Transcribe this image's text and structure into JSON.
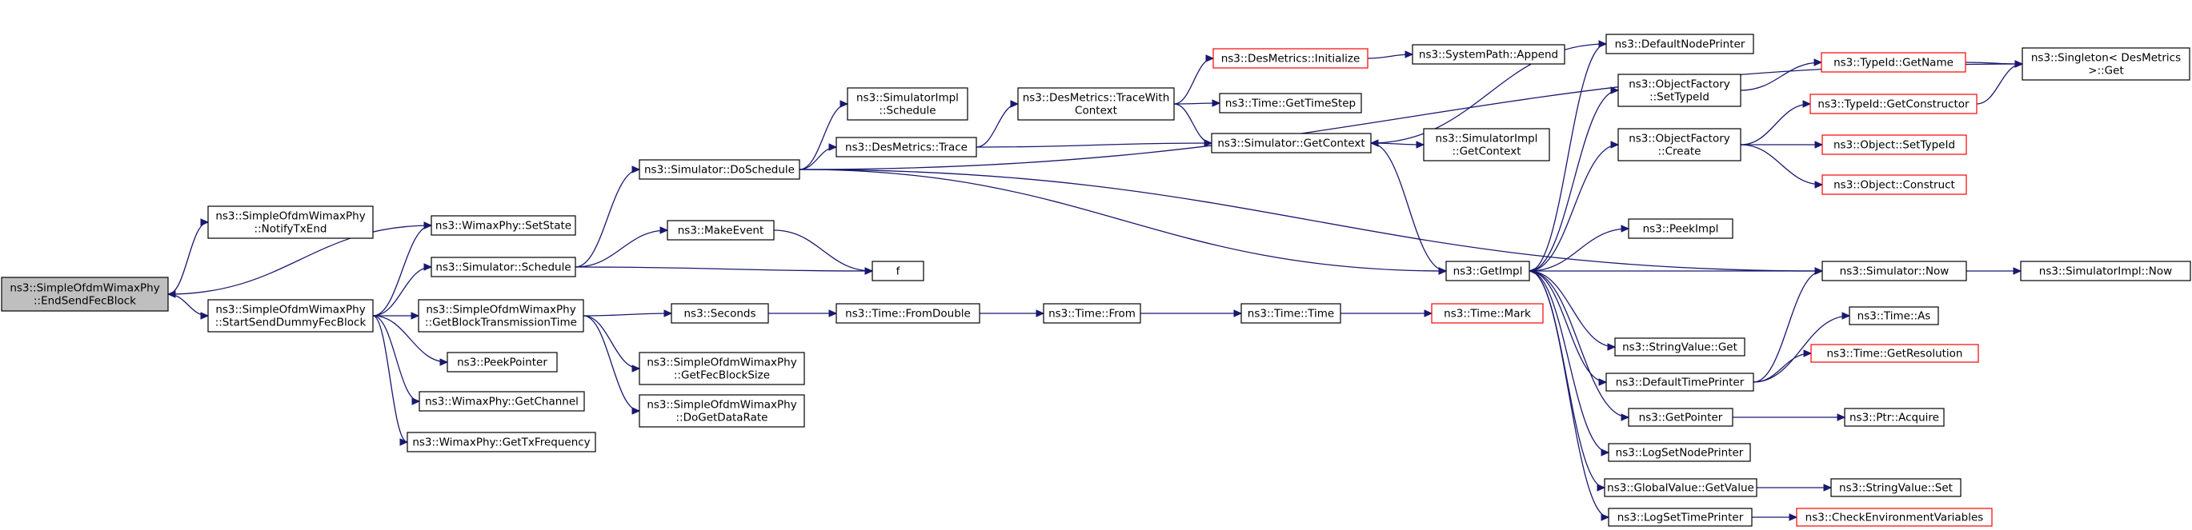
{
  "colors": {
    "edge": "#191970",
    "node_border": "#000000",
    "truncated_border": "#ff0000",
    "root_fill": "#bfbfbf",
    "node_fill": "#ffffff"
  },
  "nodes": [
    {
      "id": "root",
      "lines": [
        "ns3::SimpleOfdmWimaxPhy",
        "::EndSendFecBlock"
      ],
      "style": "root",
      "clickable": false
    },
    {
      "id": "notifyTxEnd",
      "lines": [
        "ns3::SimpleOfdmWimaxPhy",
        "::NotifyTxEnd"
      ],
      "style": "normal",
      "clickable": true
    },
    {
      "id": "setState",
      "lines": [
        "ns3::WimaxPhy::SetState"
      ],
      "style": "normal",
      "clickable": true
    },
    {
      "id": "startSendDummy",
      "lines": [
        "ns3::SimpleOfdmWimaxPhy",
        "::StartSendDummyFecBlock"
      ],
      "style": "normal",
      "clickable": true
    },
    {
      "id": "simSchedule",
      "lines": [
        "ns3::Simulator::Schedule"
      ],
      "style": "normal",
      "clickable": true
    },
    {
      "id": "getBlockTx",
      "lines": [
        "ns3::SimpleOfdmWimaxPhy",
        "::GetBlockTransmissionTime"
      ],
      "style": "normal",
      "clickable": true
    },
    {
      "id": "peekPointer",
      "lines": [
        "ns3::PeekPointer"
      ],
      "style": "normal",
      "clickable": true
    },
    {
      "id": "getChannel",
      "lines": [
        "ns3::WimaxPhy::GetChannel"
      ],
      "style": "normal",
      "clickable": true
    },
    {
      "id": "getTxFreq",
      "lines": [
        "ns3::WimaxPhy::GetTxFrequency"
      ],
      "style": "normal",
      "clickable": true
    },
    {
      "id": "doSchedule",
      "lines": [
        "ns3::Simulator::DoSchedule"
      ],
      "style": "normal",
      "clickable": true
    },
    {
      "id": "makeEvent",
      "lines": [
        "ns3::MakeEvent"
      ],
      "style": "normal",
      "clickable": true
    },
    {
      "id": "f",
      "lines": [
        "f"
      ],
      "style": "normal",
      "clickable": true
    },
    {
      "id": "seconds",
      "lines": [
        "ns3::Seconds"
      ],
      "style": "normal",
      "clickable": true
    },
    {
      "id": "getFecBlockSize",
      "lines": [
        "ns3::SimpleOfdmWimaxPhy",
        "::GetFecBlockSize"
      ],
      "style": "normal",
      "clickable": true
    },
    {
      "id": "doGetDataRate",
      "lines": [
        "ns3::SimpleOfdmWimaxPhy",
        "::DoGetDataRate"
      ],
      "style": "normal",
      "clickable": true
    },
    {
      "id": "simImplSchedule",
      "lines": [
        "ns3::SimulatorImpl",
        "::Schedule"
      ],
      "style": "normal",
      "clickable": true
    },
    {
      "id": "desTrace",
      "lines": [
        "ns3::DesMetrics::Trace"
      ],
      "style": "normal",
      "clickable": true
    },
    {
      "id": "fromDouble",
      "lines": [
        "ns3::Time::FromDouble"
      ],
      "style": "normal",
      "clickable": true
    },
    {
      "id": "desTraceWithCtx",
      "lines": [
        "ns3::DesMetrics::TraceWith",
        "Context"
      ],
      "style": "normal",
      "clickable": true
    },
    {
      "id": "timeFrom",
      "lines": [
        "ns3::Time::From"
      ],
      "style": "normal",
      "clickable": true
    },
    {
      "id": "desInit",
      "lines": [
        "ns3::DesMetrics::Initialize"
      ],
      "style": "truncated",
      "clickable": true
    },
    {
      "id": "getTimeStep",
      "lines": [
        "ns3::Time::GetTimeStep"
      ],
      "style": "normal",
      "clickable": true
    },
    {
      "id": "simGetContext",
      "lines": [
        "ns3::Simulator::GetContext"
      ],
      "style": "normal",
      "clickable": true
    },
    {
      "id": "timeTime",
      "lines": [
        "ns3::Time::Time"
      ],
      "style": "normal",
      "clickable": true
    },
    {
      "id": "sysPathAppend",
      "lines": [
        "ns3::SystemPath::Append"
      ],
      "style": "normal",
      "clickable": true
    },
    {
      "id": "simImplGetContext",
      "lines": [
        "ns3::SimulatorImpl",
        "::GetContext"
      ],
      "style": "normal",
      "clickable": true
    },
    {
      "id": "getImpl",
      "lines": [
        "ns3::GetImpl"
      ],
      "style": "normal",
      "clickable": true
    },
    {
      "id": "timeMark",
      "lines": [
        "ns3::Time::Mark"
      ],
      "style": "truncated",
      "clickable": true
    },
    {
      "id": "defaultNodePrinter",
      "lines": [
        "ns3::DefaultNodePrinter"
      ],
      "style": "normal",
      "clickable": true
    },
    {
      "id": "objFactSetTypeId",
      "lines": [
        "ns3::ObjectFactory",
        "::SetTypeId"
      ],
      "style": "normal",
      "clickable": true
    },
    {
      "id": "objFactCreate",
      "lines": [
        "ns3::ObjectFactory",
        "::Create"
      ],
      "style": "normal",
      "clickable": true
    },
    {
      "id": "peekImpl",
      "lines": [
        "ns3::PeekImpl"
      ],
      "style": "normal",
      "clickable": true
    },
    {
      "id": "stringValueGet",
      "lines": [
        "ns3::StringValue::Get"
      ],
      "style": "normal",
      "clickable": true
    },
    {
      "id": "defaultTimePrinter",
      "lines": [
        "ns3::DefaultTimePrinter"
      ],
      "style": "normal",
      "clickable": true
    },
    {
      "id": "getPointer",
      "lines": [
        "ns3::GetPointer"
      ],
      "style": "normal",
      "clickable": true
    },
    {
      "id": "logSetNodePrinter",
      "lines": [
        "ns3::LogSetNodePrinter"
      ],
      "style": "normal",
      "clickable": true
    },
    {
      "id": "globalValueGetValue",
      "lines": [
        "ns3::GlobalValue::GetValue"
      ],
      "style": "normal",
      "clickable": true
    },
    {
      "id": "logSetTimePrinter",
      "lines": [
        "ns3::LogSetTimePrinter"
      ],
      "style": "normal",
      "clickable": true
    },
    {
      "id": "typeIdGetName",
      "lines": [
        "ns3::TypeId::GetName"
      ],
      "style": "truncated",
      "clickable": true
    },
    {
      "id": "typeIdGetCtor",
      "lines": [
        "ns3::TypeId::GetConstructor"
      ],
      "style": "truncated",
      "clickable": true
    },
    {
      "id": "objectSetTypeId",
      "lines": [
        "ns3::Object::SetTypeId"
      ],
      "style": "truncated",
      "clickable": true
    },
    {
      "id": "objectConstruct",
      "lines": [
        "ns3::Object::Construct"
      ],
      "style": "truncated",
      "clickable": true
    },
    {
      "id": "simNow",
      "lines": [
        "ns3::Simulator::Now"
      ],
      "style": "normal",
      "clickable": true
    },
    {
      "id": "timeAs",
      "lines": [
        "ns3::Time::As"
      ],
      "style": "normal",
      "clickable": true
    },
    {
      "id": "timeGetResolution",
      "lines": [
        "ns3::Time::GetResolution"
      ],
      "style": "truncated",
      "clickable": true
    },
    {
      "id": "ptrAcquire",
      "lines": [
        "ns3::Ptr::Acquire"
      ],
      "style": "normal",
      "clickable": true
    },
    {
      "id": "stringValueSet",
      "lines": [
        "ns3::StringValue::Set"
      ],
      "style": "normal",
      "clickable": true
    },
    {
      "id": "checkEnvVars",
      "lines": [
        "ns3::CheckEnvironmentVariables"
      ],
      "style": "truncated",
      "clickable": true
    },
    {
      "id": "singletonGet",
      "lines": [
        "ns3::Singleton< DesMetrics",
        " >::Get"
      ],
      "style": "normal",
      "clickable": true
    },
    {
      "id": "simImplNow",
      "lines": [
        "ns3::SimulatorImpl::Now"
      ],
      "style": "normal",
      "clickable": true
    }
  ],
  "edges": [
    {
      "from": "root",
      "to": "notifyTxEnd"
    },
    {
      "from": "root",
      "to": "setState"
    },
    {
      "from": "root",
      "to": "startSendDummy",
      "both": true
    },
    {
      "from": "startSendDummy",
      "to": "setState"
    },
    {
      "from": "startSendDummy",
      "to": "simSchedule"
    },
    {
      "from": "startSendDummy",
      "to": "getBlockTx"
    },
    {
      "from": "startSendDummy",
      "to": "peekPointer"
    },
    {
      "from": "startSendDummy",
      "to": "getChannel"
    },
    {
      "from": "startSendDummy",
      "to": "getTxFreq"
    },
    {
      "from": "simSchedule",
      "to": "doSchedule"
    },
    {
      "from": "simSchedule",
      "to": "makeEvent"
    },
    {
      "from": "simSchedule",
      "to": "f"
    },
    {
      "from": "makeEvent",
      "to": "f"
    },
    {
      "from": "getBlockTx",
      "to": "seconds"
    },
    {
      "from": "getBlockTx",
      "to": "getFecBlockSize"
    },
    {
      "from": "getBlockTx",
      "to": "doGetDataRate"
    },
    {
      "from": "doSchedule",
      "to": "simImplSchedule"
    },
    {
      "from": "doSchedule",
      "to": "desTrace"
    },
    {
      "from": "doSchedule",
      "to": "getImpl"
    },
    {
      "from": "doSchedule",
      "to": "simNow"
    },
    {
      "from": "doSchedule",
      "to": "singletonGet"
    },
    {
      "from": "seconds",
      "to": "fromDouble"
    },
    {
      "from": "fromDouble",
      "to": "timeFrom"
    },
    {
      "from": "timeFrom",
      "to": "timeTime"
    },
    {
      "from": "timeTime",
      "to": "timeMark"
    },
    {
      "from": "desTrace",
      "to": "desTraceWithCtx"
    },
    {
      "from": "desTrace",
      "to": "simGetContext"
    },
    {
      "from": "desTraceWithCtx",
      "to": "desInit"
    },
    {
      "from": "desTraceWithCtx",
      "to": "getTimeStep"
    },
    {
      "from": "desTraceWithCtx",
      "to": "simGetContext"
    },
    {
      "from": "desInit",
      "to": "sysPathAppend"
    },
    {
      "from": "simGetContext",
      "to": "simImplGetContext"
    },
    {
      "from": "simGetContext",
      "to": "getImpl"
    },
    {
      "from": "getImpl",
      "to": "defaultNodePrinter"
    },
    {
      "from": "defaultNodePrinter",
      "to": "simGetContext"
    },
    {
      "from": "getImpl",
      "to": "objFactSetTypeId"
    },
    {
      "from": "getImpl",
      "to": "objFactCreate"
    },
    {
      "from": "getImpl",
      "to": "peekImpl"
    },
    {
      "from": "getImpl",
      "to": "stringValueGet"
    },
    {
      "from": "getImpl",
      "to": "defaultTimePrinter"
    },
    {
      "from": "getImpl",
      "to": "getPointer"
    },
    {
      "from": "getImpl",
      "to": "logSetNodePrinter"
    },
    {
      "from": "getImpl",
      "to": "globalValueGetValue"
    },
    {
      "from": "getImpl",
      "to": "logSetTimePrinter"
    },
    {
      "from": "simNow",
      "to": "getImpl"
    },
    {
      "from": "simNow",
      "to": "simImplNow"
    },
    {
      "from": "objFactSetTypeId",
      "to": "typeIdGetName"
    },
    {
      "from": "typeIdGetName",
      "to": "singletonGet"
    },
    {
      "from": "objFactCreate",
      "to": "typeIdGetCtor"
    },
    {
      "from": "typeIdGetCtor",
      "to": "singletonGet"
    },
    {
      "from": "objFactCreate",
      "to": "objectSetTypeId"
    },
    {
      "from": "objFactCreate",
      "to": "objectConstruct"
    },
    {
      "from": "defaultTimePrinter",
      "to": "simNow"
    },
    {
      "from": "defaultTimePrinter",
      "to": "timeAs"
    },
    {
      "from": "defaultTimePrinter",
      "to": "timeGetResolution"
    },
    {
      "from": "getPointer",
      "to": "ptrAcquire"
    },
    {
      "from": "globalValueGetValue",
      "to": "stringValueSet"
    },
    {
      "from": "logSetTimePrinter",
      "to": "checkEnvVars"
    }
  ]
}
